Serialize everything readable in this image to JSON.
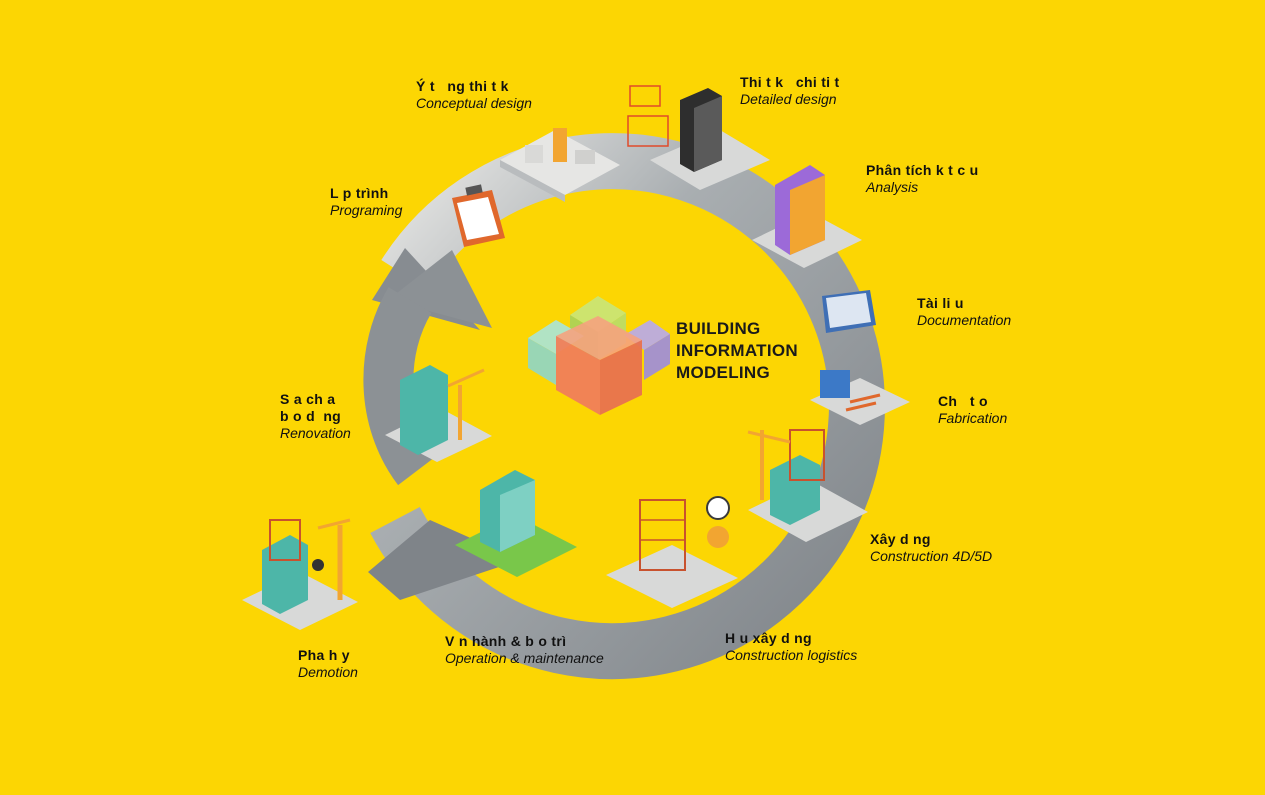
{
  "center": {
    "title_lines": [
      "BUILDING",
      "INFORMATION",
      "MODELING"
    ]
  },
  "stages": [
    {
      "vi": "Ý t   ng thi t k",
      "en": "Conceptual design"
    },
    {
      "vi": "Thi t k   chi ti t",
      "en": "Detailed design"
    },
    {
      "vi": "Phân tích k t c u",
      "en": "Analysis"
    },
    {
      "vi": "Tài li u",
      "en": "Documentation"
    },
    {
      "vi": "Ch   t o",
      "en": "Fabrication"
    },
    {
      "vi": "Xây d ng",
      "en": "Construction 4D/5D"
    },
    {
      "vi": "H u xây d ng",
      "en": "Construction logistics"
    },
    {
      "vi": "V n hành & b o trì",
      "en": "Operation & maintenance"
    },
    {
      "vi": "Pha h y",
      "en": "Demotion"
    },
    {
      "vi": "S a ch a\nb o d  ng",
      "en": "Renovation"
    },
    {
      "vi": "L p trình",
      "en": "Programing"
    }
  ],
  "colors": {
    "background": "#FCD603",
    "ring": "#8C9195",
    "ring_light": "#E7E7E5",
    "building_glass": "#4DB6A8",
    "crane": "#F2A531",
    "cube_green": "#8ED6C9",
    "cube_lime": "#C8E67A",
    "cube_purple": "#9C8CE0",
    "cube_orange": "#F07E5A"
  }
}
